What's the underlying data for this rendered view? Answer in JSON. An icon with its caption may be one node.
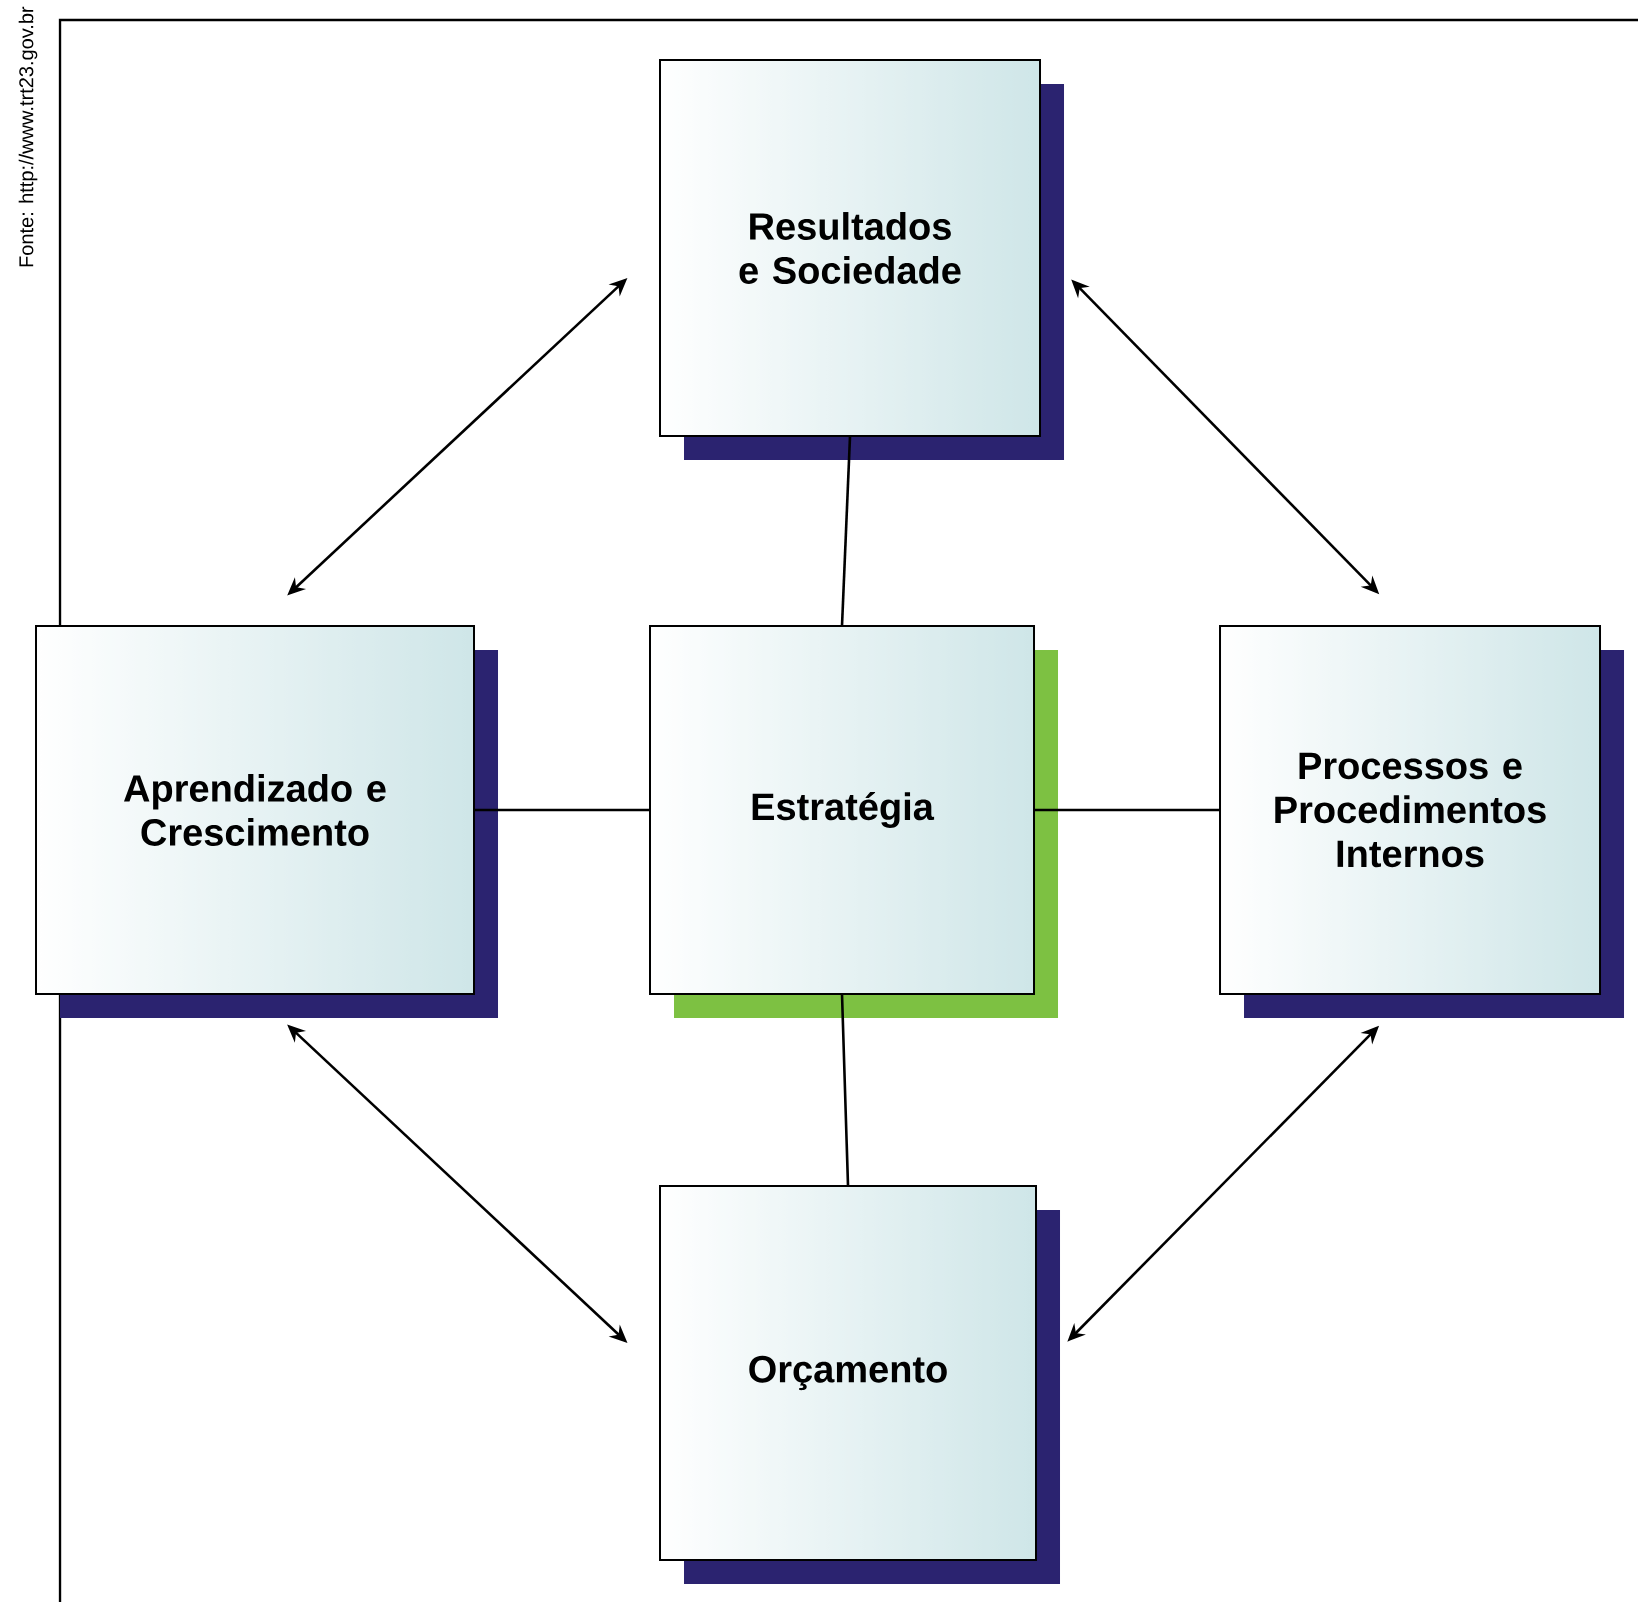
{
  "diagram": {
    "nodes": [
      {
        "text": [
          "Resultados e Sociedade"
        ]
      },
      {
        "text": [
          "Aprendizado e Crescimento"
        ]
      },
      {
        "text": [
          "Estratégia"
        ]
      },
      {
        "text": [
          "Processos e Procedimentos Internos"
        ]
      },
      {
        "text": [
          "Orçamento"
        ]
      }
    ],
    "edges": [
      {
        "from": 2,
        "to": 0,
        "arrow": "none"
      },
      {
        "from": 2,
        "to": 1,
        "arrow": "none"
      },
      {
        "from": 2,
        "to": 3,
        "arrow": "none"
      },
      {
        "from": 2,
        "to": 4,
        "arrow": "none"
      },
      {
        "from": 0,
        "to": 1,
        "arrow": "both"
      },
      {
        "from": 0,
        "to": 3,
        "arrow": "both"
      },
      {
        "from": 1,
        "to": 4,
        "arrow": "both"
      },
      {
        "from": 3,
        "to": 4,
        "arrow": "both"
      }
    ],
    "labels": [
      "Fonte: http://www.trt23.gov.br"
    ]
  }
}
